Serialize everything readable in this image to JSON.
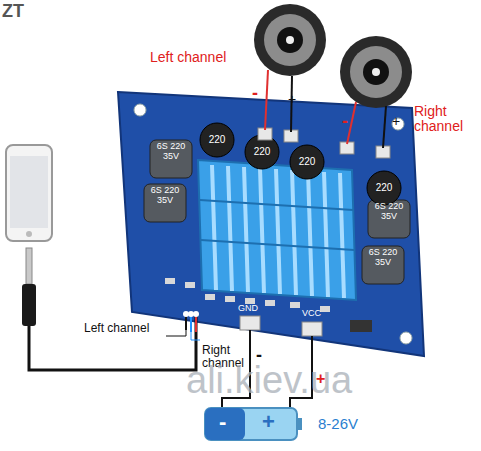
{
  "diagram": {
    "labels": [
      "ZT",
      "Left channel",
      "-",
      "+",
      "Right channel",
      "-",
      "+",
      "220",
      "220",
      "220",
      "220",
      "6S 220 35V",
      "6S 220 35V",
      "6S 220 35V",
      "6S 220 35V",
      "Left channel",
      "Right channel",
      "GND",
      "VCC",
      "-",
      "+",
      "8-26V",
      "-",
      "+",
      "ali.kiev.ua"
    ]
  }
}
